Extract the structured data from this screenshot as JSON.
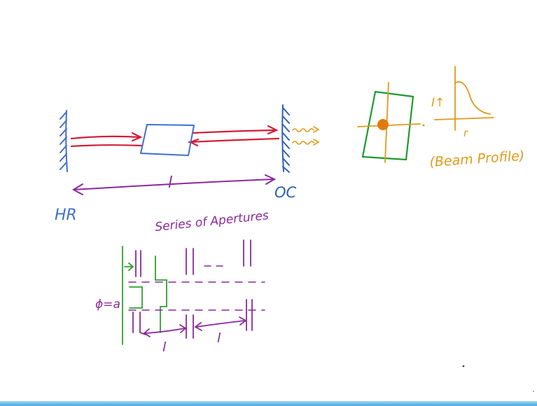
{
  "colors": {
    "hr_mirror": "#3f6fd0",
    "oc_mirror": "#2f5fb8",
    "beam": "#d0203a",
    "gain_medium": "#3f6fd0",
    "cavity_length": "#8a2a9c",
    "output": "#e09a1a",
    "profile_frame": "#1e9a2e",
    "profile_axes": "#e09a1a",
    "profile_spot": "#e07a10",
    "apertures_title": "#8a2a9c",
    "aperture_green": "#2ea02e",
    "aperture_purple": "#8a2a9c",
    "bottom_bar": "#4aa8de"
  },
  "labels": {
    "hr": "HR",
    "oc": "OC",
    "cavity_length": "l",
    "profile_intensity": "I↑",
    "profile_radius": "r",
    "beam_profile": "(Beam Profile)",
    "apertures_title": "Series of Apertures",
    "diameter": "ϕ=a",
    "spacing_1": "l",
    "spacing_2": "l"
  }
}
